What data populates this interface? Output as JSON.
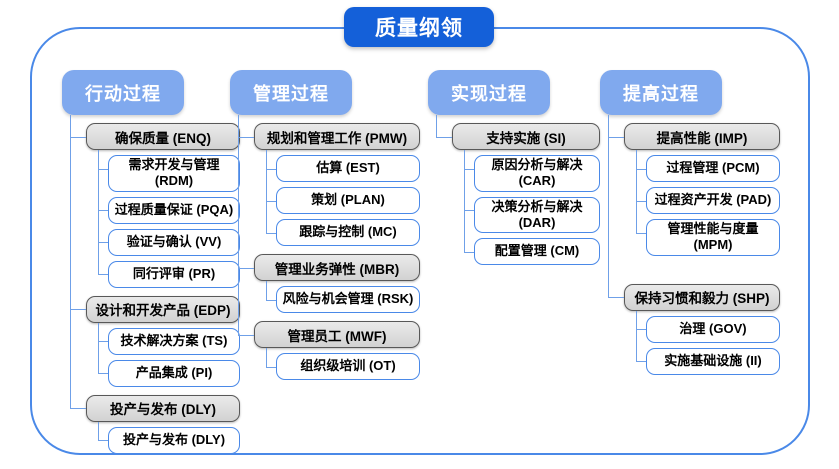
{
  "title": "质量纲领",
  "colors": {
    "title_bg": "#1460D9",
    "header_bg": "#80A9EE",
    "connector": "#6FA0E8",
    "frame_border": "#4A89E8",
    "group_fill_top": "#EAEAEA",
    "group_fill_bottom": "#D2D2D2",
    "group_border": "#585858",
    "leaf_border": "#4A89E8"
  },
  "columns": [
    {
      "header": "行动过程",
      "groups": [
        {
          "label": "确保质量 (ENQ)",
          "children": [
            "需求开发与管理 (RDM)",
            "过程质量保证 (PQA)",
            "验证与确认 (VV)",
            "同行评审 (PR)"
          ]
        },
        {
          "label": "设计和开发产品 (EDP)",
          "children": [
            "技术解决方案 (TS)",
            "产品集成 (PI)"
          ]
        },
        {
          "label": "投产与发布 (DLY)",
          "children": [
            "投产与发布 (DLY)"
          ]
        }
      ]
    },
    {
      "header": "管理过程",
      "groups": [
        {
          "label": "规划和管理工作 (PMW)",
          "children": [
            "估算 (EST)",
            "策划 (PLAN)",
            "跟踪与控制 (MC)"
          ]
        },
        {
          "label": "管理业务弹性 (MBR)",
          "children": [
            "风险与机会管理 (RSK)"
          ]
        },
        {
          "label": "管理员工 (MWF)",
          "children": [
            "组织级培训 (OT)"
          ]
        }
      ]
    },
    {
      "header": "实现过程",
      "groups": [
        {
          "label": "支持实施 (SI)",
          "children": [
            "原因分析与解决 (CAR)",
            "决策分析与解决 (DAR)",
            "配置管理 (CM)"
          ]
        }
      ]
    },
    {
      "header": "提高过程",
      "groups": [
        {
          "label": "提高性能 (IMP)",
          "children": [
            "过程管理 (PCM)",
            "过程资产开发 (PAD)",
            "管理性能与度量 (MPM)"
          ]
        },
        {
          "label": "保持习惯和毅力 (SHP)",
          "children": [
            "治理 (GOV)",
            "实施基础设施 (II)"
          ]
        }
      ]
    }
  ]
}
